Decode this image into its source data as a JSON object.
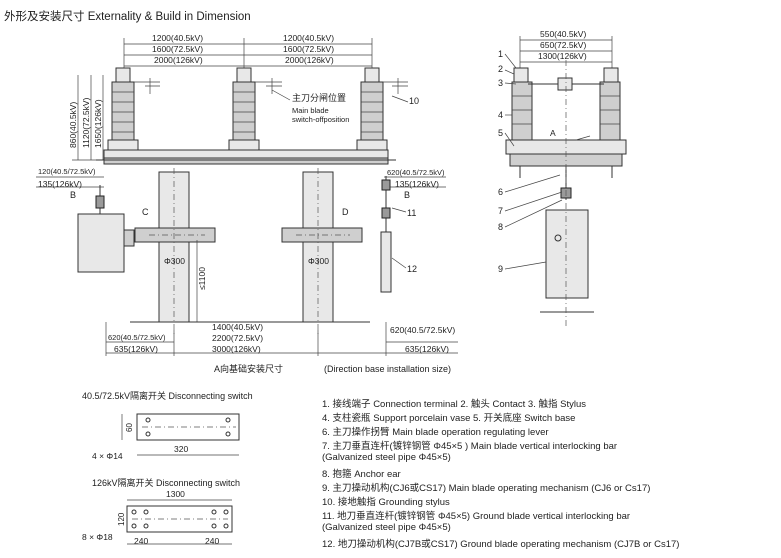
{
  "header": {
    "title": "外形及安装尺寸 Externality & Build in Dimension"
  },
  "top_dims": {
    "left_w1": "1200(40.5kV)",
    "left_w2": "1600(72.5kV)",
    "left_w3": "2000(126kV)",
    "right_w1": "1200(40.5kV)",
    "right_w2": "1600(72.5kV)",
    "right_w3": "2000(126kV)"
  },
  "vertical_dims": {
    "h1": "860(40.5kV)",
    "h2": "1120(72.5kV)",
    "h3": "1650(126kV)"
  },
  "callouts": {
    "main_blade_cn": "主刀分闸位置",
    "main_blade_en1": "Main blade",
    "main_blade_en2": "switch-offposition",
    "num_10": "10",
    "num_11": "11",
    "num_12": "12",
    "A": "A",
    "B_left": "B",
    "B_right": "B",
    "C": "C",
    "D": "D",
    "dia_left": "Φ300",
    "dia_right": "Φ300",
    "h1100": "≤1100"
  },
  "side_dims": {
    "l_120": "120(40.5/72.5kV)",
    "l_135": "135(126kV)",
    "r_620": "620(40.5/72.5kV)",
    "r_135": "135(126kV)"
  },
  "bottom_dims": {
    "d_1400": "1400(40.5kV)",
    "d_2200": "2200(72.5kV)",
    "d_3000": "3000(126kV)",
    "l_620": "620(40.5/72.5kV)",
    "l_635": "635(126kV)",
    "r_620": "620(40.5/72.5kV)",
    "r_635": "635(126kV)",
    "caption_cn": "A向基础安装尺寸",
    "caption_en": "(Direction base installation size)"
  },
  "right_view": {
    "w1": "550(40.5kV)",
    "w2": "650(72.5kV)",
    "w3": "1300(126kV)",
    "n1": "1",
    "n2": "2",
    "n3": "3",
    "n4": "4",
    "n5": "5",
    "n6": "6",
    "n7": "7",
    "n8": "8",
    "n9": "9",
    "A": "A"
  },
  "base_plate_1": {
    "title": "40.5/72.5kV隔离开关  Disconnecting switch",
    "dim_60": "60",
    "dim_320": "320",
    "holes": "4 × Φ14"
  },
  "base_plate_2": {
    "title": "126kV隔离开关  Disconnecting switch",
    "dim_1300": "1300",
    "dim_240a": "240",
    "dim_240b": "240",
    "dim_120": "120",
    "holes": "8 × Φ18"
  },
  "legend": [
    "1. 接线端子  Connection terminal        2. 触头  Contact     3. 触指  Stylus",
    "4. 支柱瓷瓶  Support porcelain vase   5. 开关底座  Switch base",
    "6. 主刀操作拐臂  Main blade operation regulating lever",
    "7. 主刀垂直连杆(镀锌钢管 Φ45×5 )  Main blade vertical interlocking bar",
    "   (Galvanized steel pipe Φ45×5)",
    "8. 抱箍  Anchor ear",
    "9. 主刀操动机构(CJ6或CS17)  Main blade operating mechanism (CJ6 or Cs17)",
    "10. 接地触指  Grounding stylus",
    "11. 地刀垂直连杆(镀锌钢管 Φ45×5)  Ground blade vertical interlocking bar",
    "   (Galvanized steel pipe Φ45×5)",
    "12. 地刀操动机构(CJ7B或CS17)  Ground blade operating mechanism (CJ7B or Cs17)"
  ]
}
